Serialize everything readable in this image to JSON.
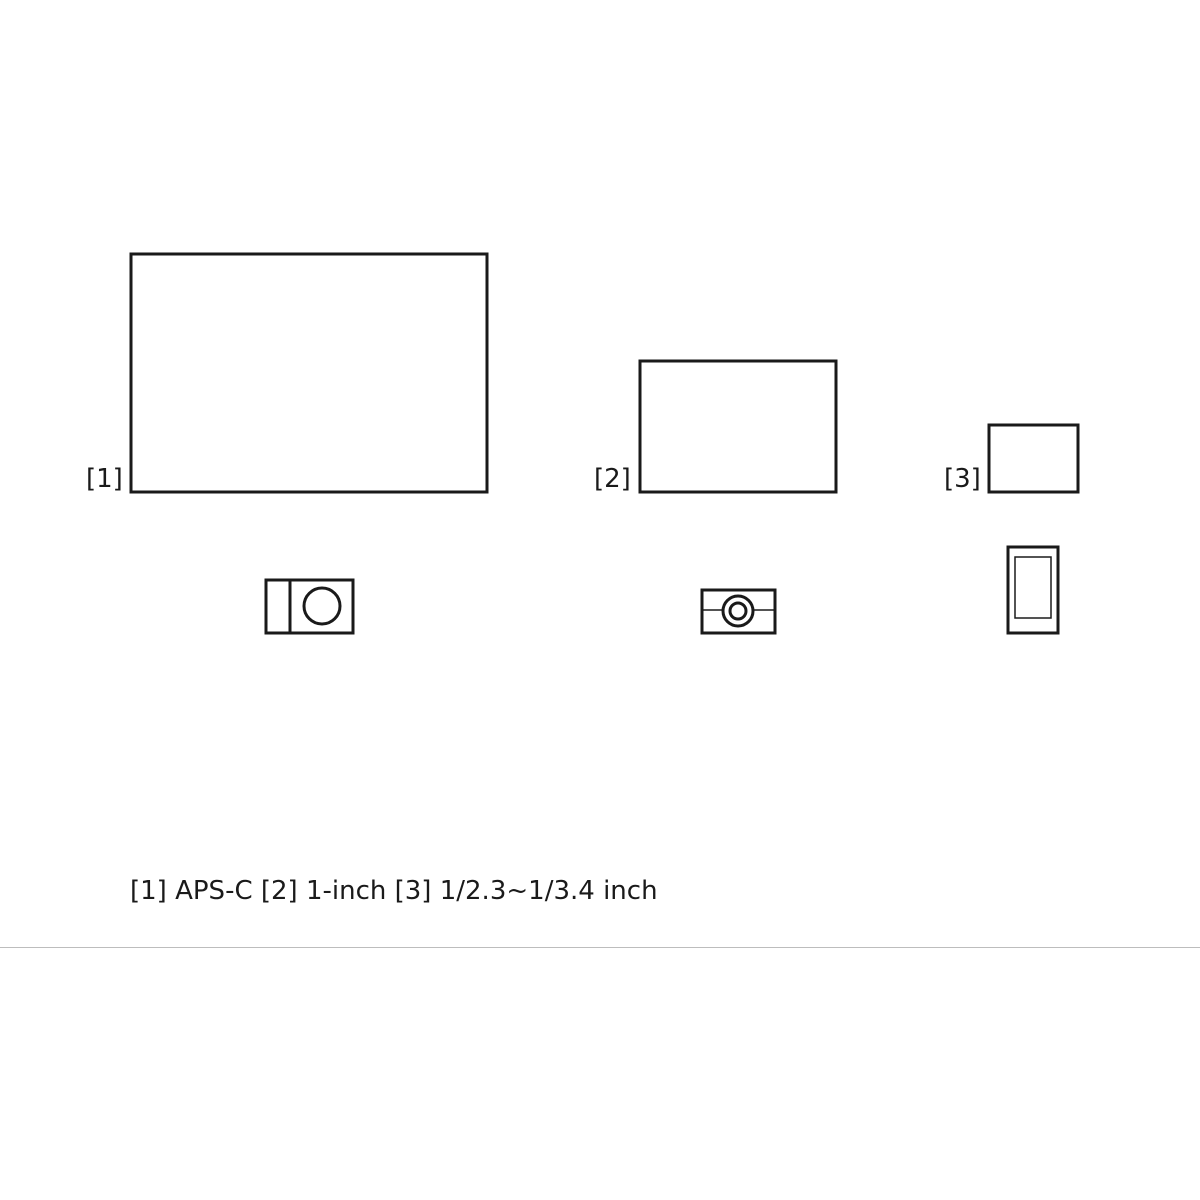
{
  "diagram": {
    "sensors": [
      {
        "label": "[1]",
        "name": "APS-C"
      },
      {
        "label": "[2]",
        "name": "1-inch"
      },
      {
        "label": "[3]",
        "name": "1/2.3~1/3.4 inch"
      }
    ],
    "devices": [
      {
        "icon": "interchangeable-lens-camera-icon"
      },
      {
        "icon": "compact-camera-icon"
      },
      {
        "icon": "smartphone-icon"
      }
    ],
    "caption": "[1] APS-C [2] 1-inch [3] 1/2.3~1/3.4 inch",
    "colors": {
      "stroke": "#1a1a1a",
      "divider": "#bdbdbd"
    }
  }
}
